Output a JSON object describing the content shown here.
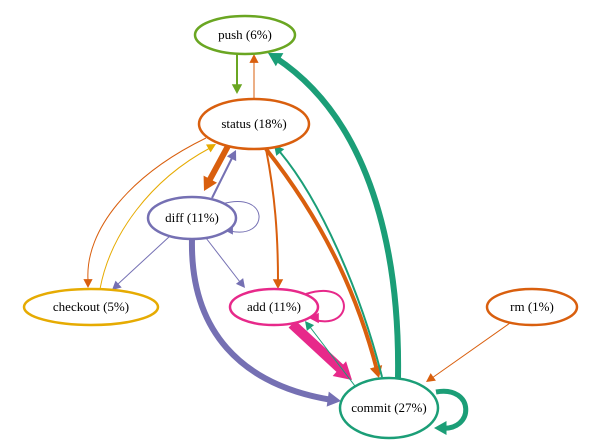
{
  "colors": {
    "push": "#6aa622",
    "status": "#d95f0e",
    "diff": "#7570b3",
    "checkout": "#e6ab02",
    "add": "#e7298a",
    "rm": "#d95f0e",
    "commit": "#1b9e77"
  },
  "nodes": [
    {
      "id": "push",
      "label": "push (6%)"
    },
    {
      "id": "status",
      "label": "status (18%)"
    },
    {
      "id": "diff",
      "label": "diff (11%)"
    },
    {
      "id": "checkout",
      "label": "checkout (5%)"
    },
    {
      "id": "add",
      "label": "add (11%)"
    },
    {
      "id": "rm",
      "label": "rm (1%)"
    },
    {
      "id": "commit",
      "label": "commit (27%)"
    }
  ],
  "edges": [
    {
      "from": "push",
      "to": "status",
      "weight": 2
    },
    {
      "from": "status",
      "to": "push",
      "weight": 1
    },
    {
      "from": "status",
      "to": "diff",
      "weight": 6
    },
    {
      "from": "diff",
      "to": "status",
      "weight": 2
    },
    {
      "from": "status",
      "to": "checkout",
      "weight": 1
    },
    {
      "from": "checkout",
      "to": "status",
      "weight": 1
    },
    {
      "from": "status",
      "to": "add",
      "weight": 2
    },
    {
      "from": "status",
      "to": "commit",
      "weight": 4
    },
    {
      "from": "commit",
      "to": "status",
      "weight": 2
    },
    {
      "from": "commit",
      "to": "push",
      "weight": 6
    },
    {
      "from": "diff",
      "to": "diff",
      "weight": 1
    },
    {
      "from": "diff",
      "to": "checkout",
      "weight": 1
    },
    {
      "from": "diff",
      "to": "add",
      "weight": 1
    },
    {
      "from": "diff",
      "to": "commit",
      "weight": 6
    },
    {
      "from": "add",
      "to": "add",
      "weight": 2
    },
    {
      "from": "add",
      "to": "commit",
      "weight": 10
    },
    {
      "from": "commit",
      "to": "add",
      "weight": 1
    },
    {
      "from": "rm",
      "to": "commit",
      "weight": 1
    },
    {
      "from": "commit",
      "to": "commit",
      "weight": 5
    }
  ]
}
